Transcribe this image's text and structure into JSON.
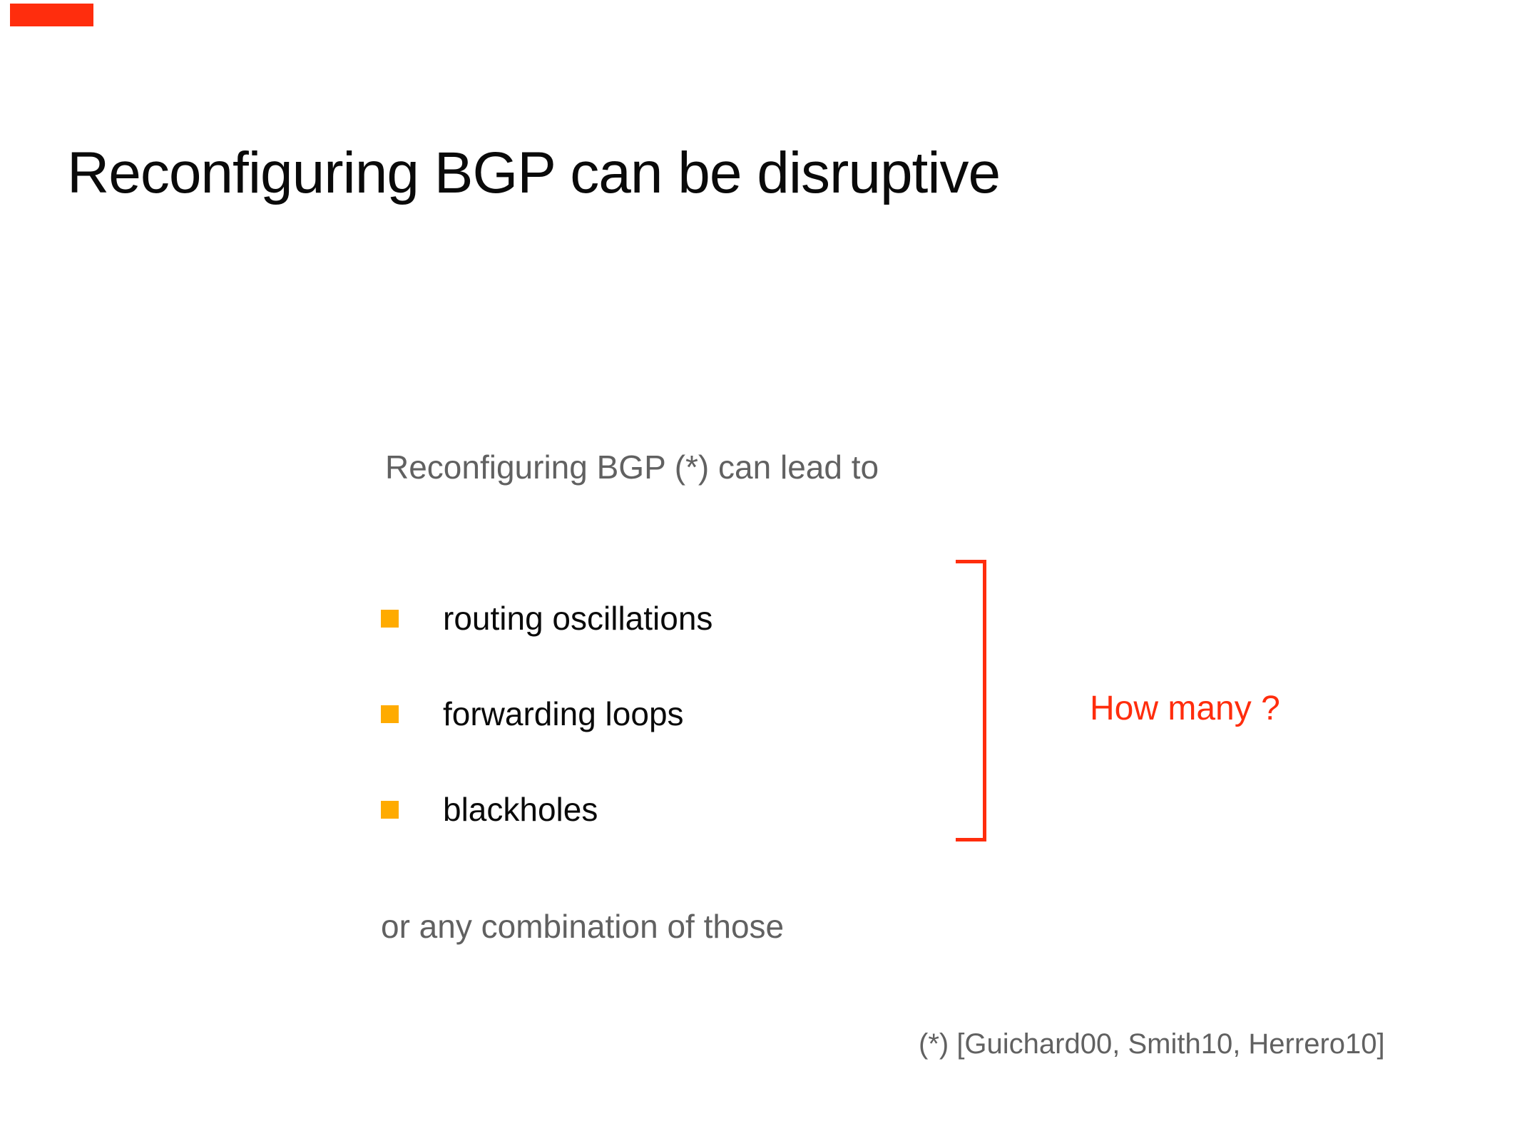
{
  "slide": {
    "title": "Reconfiguring BGP can be disruptive",
    "lead": "Reconfiguring BGP (*) can lead to",
    "bullets": [
      "routing oscillations",
      "forwarding loops",
      "blackholes"
    ],
    "annotation": "How many ?",
    "combination": "or any combination of those",
    "footnote": "(*) [Guichard00, Smith10, Herrero10]",
    "colors": {
      "accent_red": "#ff2d0d",
      "bullet_orange": "#ffab00",
      "muted_gray": "#616161",
      "text_black": "#0a0a0a"
    }
  }
}
